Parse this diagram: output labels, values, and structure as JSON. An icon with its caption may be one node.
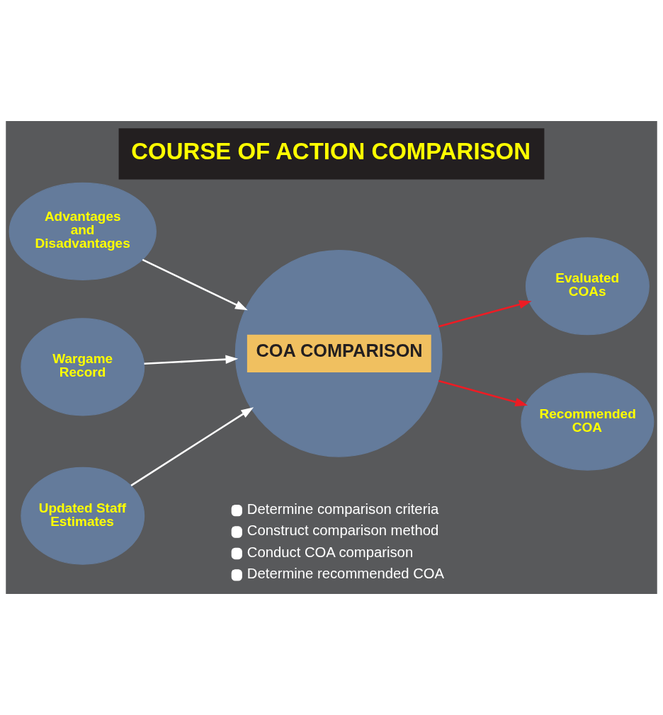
{
  "diagram": {
    "title": "COURSE OF ACTION COMPARISON",
    "nodes": [
      {
        "text": [
          "Advantages and Disadvantages"
        ]
      },
      {
        "text": [
          "COA COMPARISON"
        ]
      },
      {
        "text": [
          "Evaluated COAs"
        ]
      },
      {
        "text": [
          "Wargame Record"
        ]
      },
      {
        "text": [
          "Recommended COA"
        ]
      },
      {
        "text": [
          "Updated Staff Estimates"
        ]
      }
    ],
    "edges": [
      {
        "from": 0,
        "to": 1,
        "arrow": "to"
      },
      {
        "from": 3,
        "to": 1,
        "arrow": "to"
      },
      {
        "from": 5,
        "to": 1,
        "arrow": "to"
      },
      {
        "from": 1,
        "to": 2,
        "arrow": "to",
        "color": "#ed1c24"
      },
      {
        "from": 1,
        "to": 4,
        "arrow": "to",
        "color": "#ed1c24"
      }
    ],
    "labels": [
      "Determine comparison criteria",
      "Construct comparison method",
      "Conduct COA comparison",
      "Determine recommended COA"
    ]
  }
}
